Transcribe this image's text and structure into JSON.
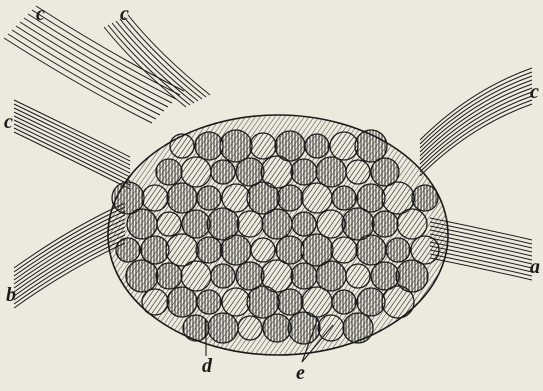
{
  "figure": {
    "labels": {
      "c_top_left": "c",
      "c_top_middle": "c",
      "c_left": "c",
      "c_right": "c",
      "b_left": "b",
      "a_right": "a",
      "d_bottom": "d",
      "e_bottom": "e"
    }
  },
  "colors": {
    "ink": "#1b1b1b",
    "paper": "#ece9de"
  }
}
